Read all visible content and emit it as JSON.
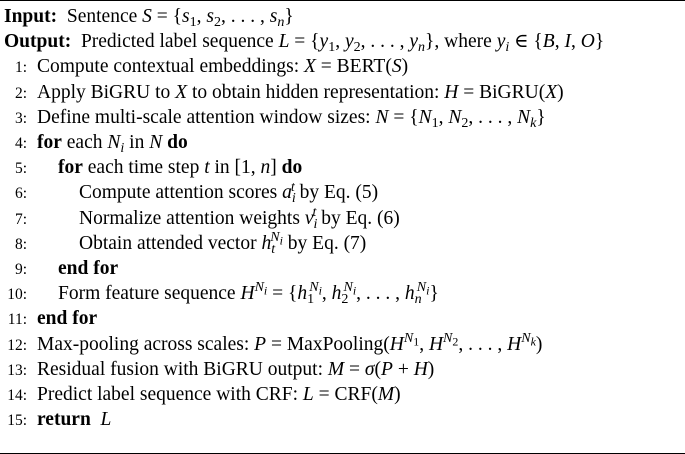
{
  "algorithm": {
    "input_label": "Input:",
    "input_text": "Sentence",
    "output_label": "Output:",
    "output_text": "Predicted label sequence",
    "output_where": ", where",
    "steps": [
      {
        "num": "1:",
        "text": "Compute contextual embeddings:"
      },
      {
        "num": "2:",
        "text": "Apply BiGRU to",
        "text2": "to obtain hidden representation:"
      },
      {
        "num": "3:",
        "text": "Define multi-scale attention window sizes:"
      },
      {
        "num": "4:",
        "kw1": "for",
        "text": "each",
        "text2": "in",
        "kw2": "do"
      },
      {
        "num": "5:",
        "kw1": "for",
        "text": "each time step",
        "text2": "in",
        "kw2": "do"
      },
      {
        "num": "6:",
        "text": "Compute attention scores",
        "text2": "by Eq. (5)"
      },
      {
        "num": "7:",
        "text": "Normalize attention weights",
        "text2": "by Eq. (6)"
      },
      {
        "num": "8:",
        "text": "Obtain attended vector",
        "text2": "by Eq. (7)"
      },
      {
        "num": "9:",
        "kw1": "end for"
      },
      {
        "num": "10:",
        "text": "Form feature sequence"
      },
      {
        "num": "11:",
        "kw1": "end for"
      },
      {
        "num": "12:",
        "text": "Max-pooling across scales:"
      },
      {
        "num": "13:",
        "text": "Residual fusion with BiGRU output:"
      },
      {
        "num": "14:",
        "text": "Predict label sequence with CRF:"
      },
      {
        "num": "15:",
        "kw1": "return"
      }
    ]
  }
}
